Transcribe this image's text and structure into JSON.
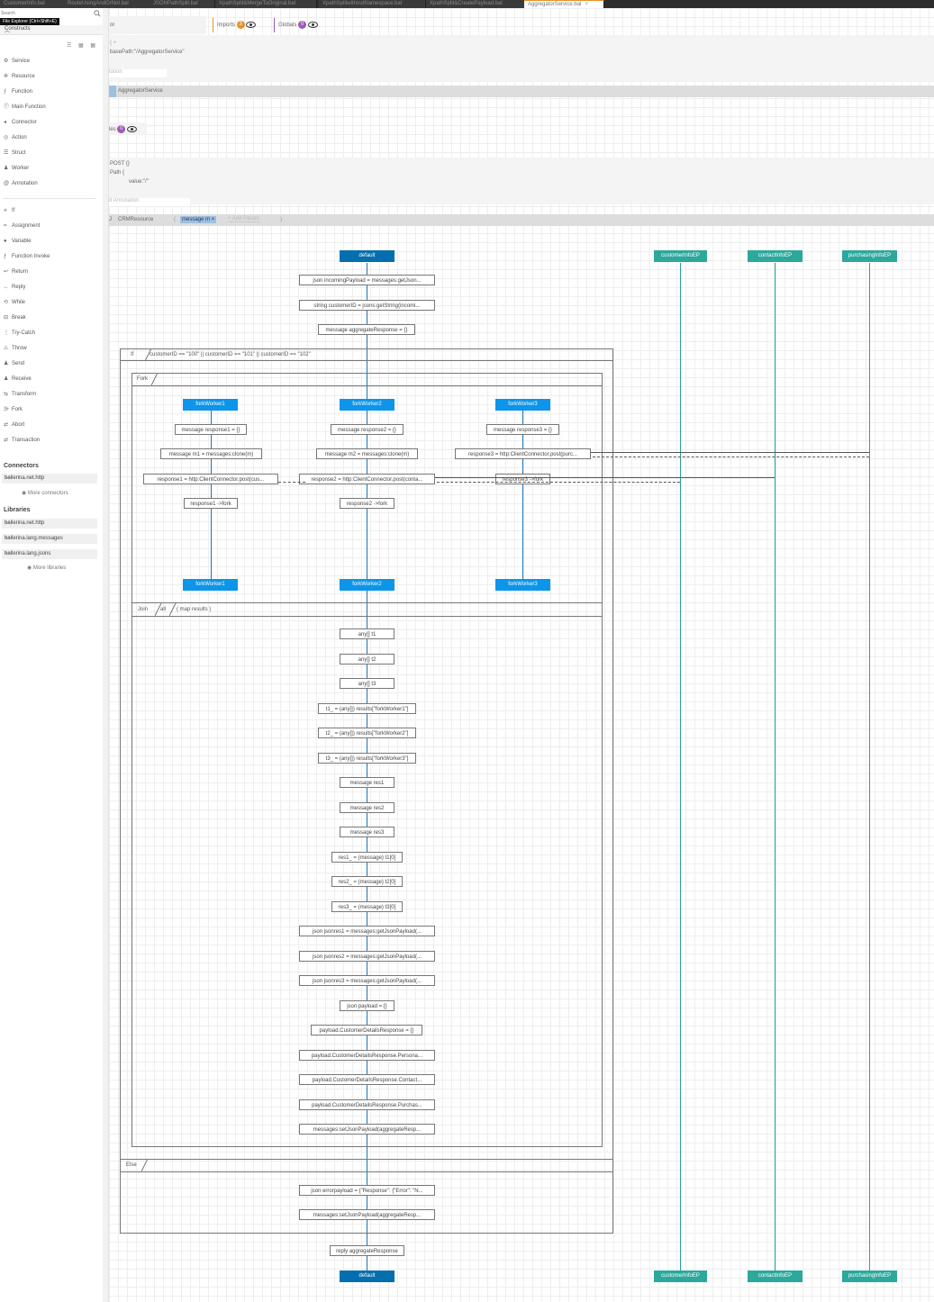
{
  "tabs": [
    {
      "label": "CustomerInfo.bal"
    },
    {
      "label": "RouteUsingAndOrNot.bal"
    },
    {
      "label": "JSONPathSplit.bal"
    },
    {
      "label": "XpathSplit&MergeToOriginal.bal"
    },
    {
      "label": "XpathSplitwithoutNamespace.bal"
    },
    {
      "label": "XpathSplit&CreatePayload.bal"
    },
    {
      "label": "AggregatorService.bal",
      "close": "×"
    }
  ],
  "sidebar": {
    "search_placeholder": "Search",
    "tooltip": "File Explorer (Ctrl+Shift+E)",
    "constructs_title": "Constructs",
    "view_toggles": "☰ ▦ ▦",
    "constructs": [
      "Service",
      "Resource",
      "Function",
      "Main Function",
      "Connector",
      "Action",
      "Struct",
      "Worker",
      "Annotation"
    ],
    "statements": [
      "If",
      "Assignment",
      "Variable",
      "Function Invoke",
      "Return",
      "Reply",
      "While",
      "Break",
      "Try-Catch",
      "Throw",
      "Send",
      "Receive",
      "Transform",
      "Fork",
      "Abort",
      "Transaction"
    ],
    "connectors_title": "Connectors",
    "connectors": [
      "ballerina.net.http"
    ],
    "more_connectors": "More connectors",
    "libraries_title": "Libraries",
    "libraries": [
      "ballerina.net.http",
      "ballerina.lang.messages",
      "ballerina.lang.jsons"
    ],
    "more_libraries": "More libraries"
  },
  "top": {
    "pkg_fragment": "or",
    "imports_label": "Imports",
    "imports_count": "3",
    "globals_label": "Globals",
    "globals_count": "0",
    "brace": "{ +",
    "base_path": "basePath:\"/AggregatorService\"",
    "annotation_input": "tation",
    "service_name": "AggregatorService",
    "variables_label": "les",
    "variables_count": "0",
    "post": "POST   {}",
    "path": "Path   {",
    "path_value": "value:\"/\"",
    "add_annotation": "d Annotation",
    "resource_icon": "Ј",
    "resource_name": "CRMResource",
    "param_open": "(",
    "param_tag": "message m",
    "param_remove": "×",
    "add_param": "+ Add Param",
    "param_close": ")"
  },
  "diagram": {
    "default_top": "default",
    "default_bottom": "default",
    "endpoints": [
      "customerInfoEP",
      "contactInfoEP",
      "purchasingInfoEP"
    ],
    "pre_if": [
      "json incomingPayload = messages:getJson...",
      "string customerID = jsons:getString(incomi...",
      "message aggregateResponse = {}"
    ],
    "if_label": "If",
    "if_condition": "customerID == \"100\" || customerID == \"101\" || customerID == \"102\"",
    "fork_label": "Fork",
    "workers": [
      {
        "name": "forkWorker1",
        "stmts": [
          "message response1 = {}",
          "message m1 = messages:clone(m)",
          "response1 = http:ClientConnector.post(cus...",
          "response1 ->fork"
        ]
      },
      {
        "name": "forkWorker2",
        "stmts": [
          "message response2 = {}",
          "message m2 = messages:clone(m)",
          "response2 = http:ClientConnector.post(conta...",
          "response2 ->fork"
        ]
      },
      {
        "name": "forkWorker3",
        "stmts": [
          "message response3 = {}",
          "response3 = http:ClientConnector.post(purc...",
          "response3 ->fork"
        ]
      }
    ],
    "join_label": "Join",
    "join_type": "all",
    "join_param": "( map results )",
    "join_stmts": [
      "any[] t1",
      "any[] t2",
      "any[] t3",
      "t1_ = (any[]) results[\"forkWorker1\"]",
      "t2_ = (any[]) results[\"forkWorker2\"]",
      "t3_ = (any[]) results[\"forkWorker3\"]",
      "message res1",
      "message res2",
      "message res3",
      "res1_ = (message) t1[0]",
      "res2_ = (message) t2[0]",
      "res3_ = (message) t3[0]",
      "json jsonres1 = messages:getJsonPayload(...",
      "json jsonres2 = messages:getJsonPayload(...",
      "json jsonres3 = messages:getJsonPayload(...",
      "json payload = {}",
      "payload.CustomerDetailsResponse = {}",
      "payload.CustomerDetailsResponse.Persona...",
      "payload.CustomerDetailsResponse.Contact...",
      "payload.CustomerDetailsResponse.Purchas...",
      "messages:setJsonPayload(aggregateResp..."
    ],
    "else_label": "Else",
    "else_stmts": [
      "json errorpayload = {\"Response\": {\"Error\": \"N...",
      "messages:setJsonPayload(aggregateResp..."
    ],
    "reply": "reply aggregateResponse"
  },
  "colors": {
    "default_header": "#056eae",
    "worker_header": "#0c95e9",
    "endpoint": "#2ca89c",
    "imports_badge": "#e8912a",
    "globals_badge": "#9b59b6"
  }
}
